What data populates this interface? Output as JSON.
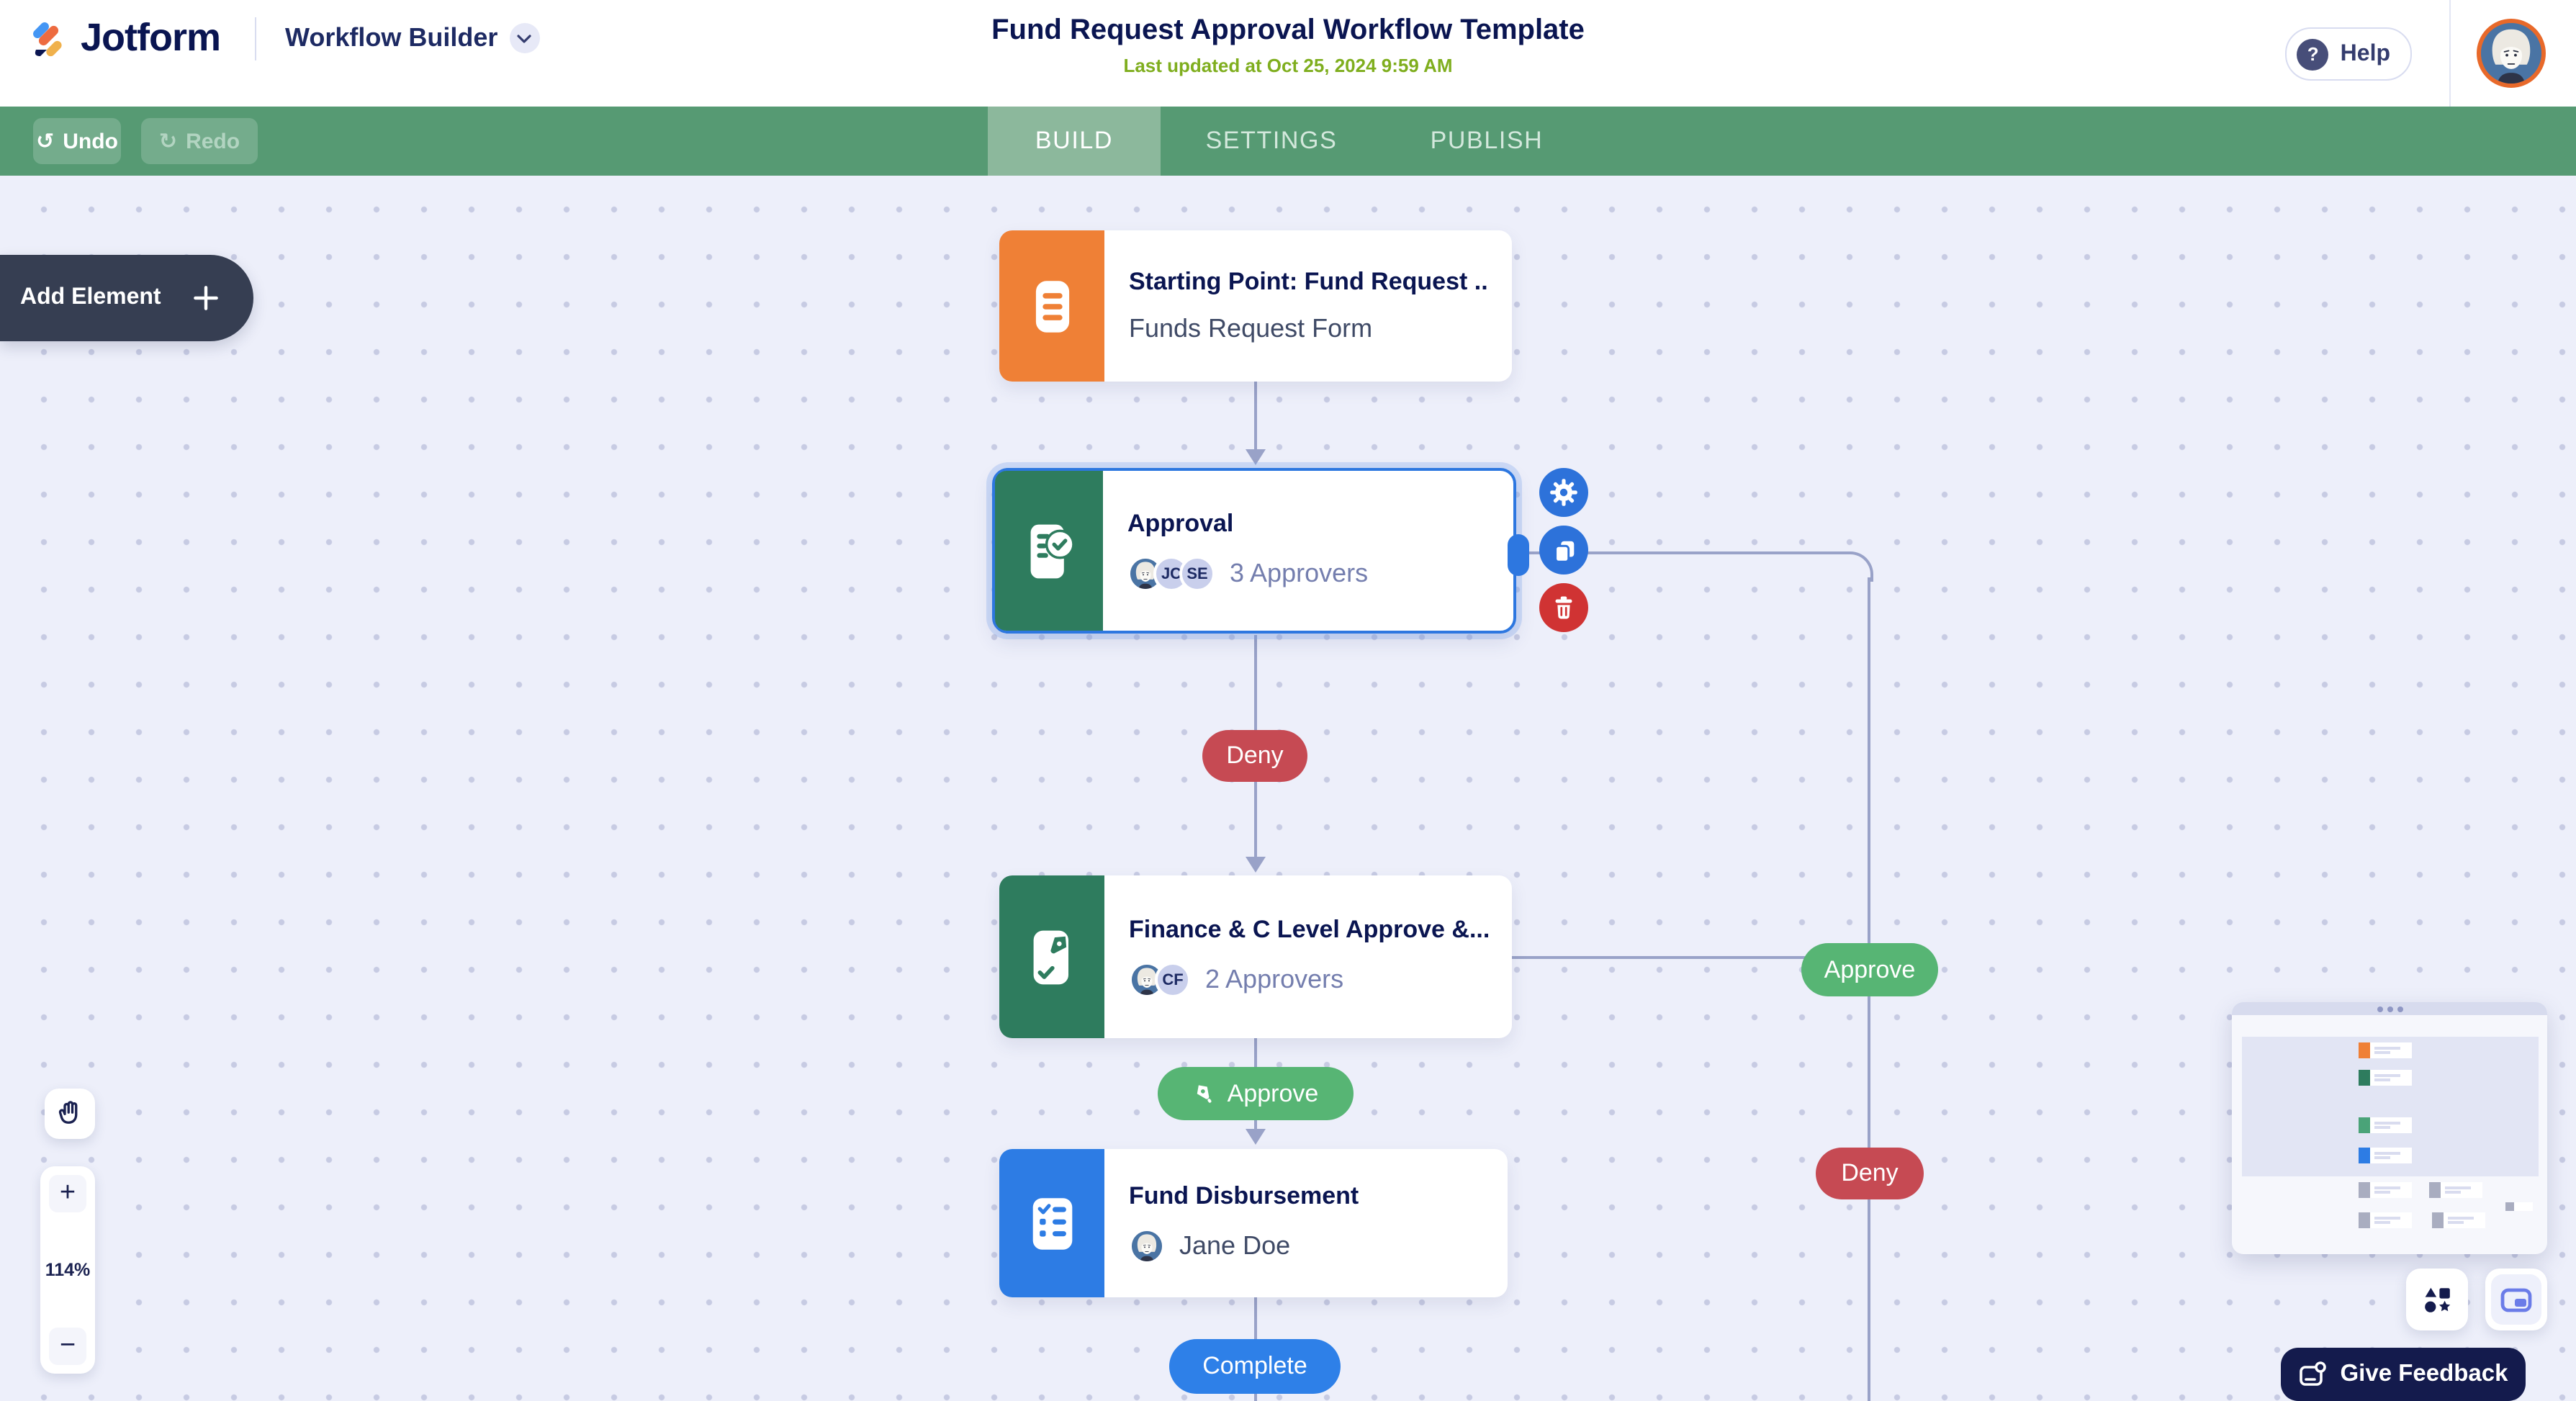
{
  "header": {
    "logo_text": "Jotform",
    "product_name": "Workflow Builder",
    "title": "Fund Request Approval Workflow Template",
    "subtitle": "Last updated at Oct 25, 2024 9:59 AM",
    "help_label": "Help",
    "help_icon": "?"
  },
  "toolbar": {
    "undo_label": "Undo",
    "redo_label": "Redo",
    "undo_icon": "↺",
    "redo_icon": "↻",
    "tabs": [
      "BUILD",
      "SETTINGS",
      "PUBLISH"
    ],
    "active_tab": "BUILD"
  },
  "canvas": {
    "add_element_label": "Add Element",
    "zoom_level": "114%",
    "zoom_in": "+",
    "zoom_out": "−",
    "nodes": [
      {
        "type": "form",
        "title": "Starting Point: Fund Request ...",
        "subtitle": "Funds Request Form"
      },
      {
        "type": "approval",
        "title": "Approval",
        "approvers_label": "3 Approvers",
        "initials": [
          "JC",
          "SE"
        ],
        "selected": true
      },
      {
        "type": "sign",
        "title": "Finance & C Level Approve &...",
        "approvers_label": "2 Approvers",
        "initials": [
          "CF"
        ]
      },
      {
        "type": "task",
        "title": "Fund Disbursement",
        "assignee": "Jane Doe"
      }
    ],
    "branch_labels": {
      "deny": "Deny",
      "approve": "Approve",
      "complete": "Complete",
      "approve_right": "Approve",
      "deny_right": "Deny"
    }
  },
  "footer": {
    "feedback_label": "Give Feedback"
  },
  "colors": {
    "toolbar_green": "#569a73",
    "active_tab_green": "#8cb89c",
    "navy": "#0a1551",
    "lime_subtitle": "#7fae1e",
    "node_orange": "#ef8036",
    "node_green": "#2e7c5e",
    "node_blue": "#2d7ce4",
    "selected_border_blue": "#2d77e0",
    "deny_red": "#c64a53",
    "approve_green": "#57b574",
    "complete_blue": "#2e80e8",
    "edge_gray": "#99a2c8",
    "action_blue": "#2d72da",
    "action_red": "#d03333"
  }
}
